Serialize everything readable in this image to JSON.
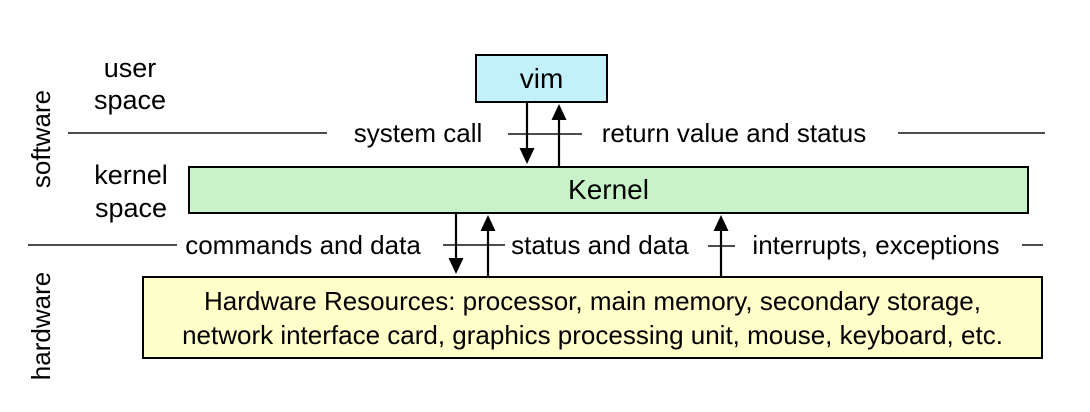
{
  "side_labels": {
    "software": "software",
    "hardware": "hardware"
  },
  "layer_labels": {
    "user_space": {
      "line1": "user",
      "line2": "space"
    },
    "kernel_space": {
      "line1": "kernel",
      "line2": "space"
    }
  },
  "boxes": {
    "vim": {
      "label": "vim"
    },
    "kernel": {
      "label": "Kernel"
    },
    "hardware_resources": {
      "line1": "Hardware Resources: processor, main memory, secondary storage,",
      "line2": "network interface card, graphics processing unit, mouse, keyboard, etc."
    }
  },
  "flow_labels": {
    "system_call": "system call",
    "return_value_and_status": "return value and status",
    "commands_and_data": "commands and data",
    "status_and_data": "status and data",
    "interrupts_exceptions": "interrupts, exceptions"
  },
  "arrows": [
    {
      "name": "system-call-arrow",
      "direction": "down",
      "from": "vim",
      "to": "kernel"
    },
    {
      "name": "return-value-arrow",
      "direction": "up",
      "from": "kernel",
      "to": "vim"
    },
    {
      "name": "commands-data-arrow",
      "direction": "down",
      "from": "kernel",
      "to": "hardware"
    },
    {
      "name": "status-data-arrow",
      "direction": "up",
      "from": "hardware",
      "to": "kernel"
    },
    {
      "name": "interrupts-arrow",
      "direction": "up",
      "from": "hardware",
      "to": "kernel"
    }
  ],
  "colors": {
    "vim_box_fill": "#c2f1fb",
    "kernel_box_fill": "#c8f2c8",
    "hardware_box_fill": "#ffffc9",
    "box_border": "#000000",
    "divider_line": "#4d4d4d",
    "arrow": "#000000"
  }
}
